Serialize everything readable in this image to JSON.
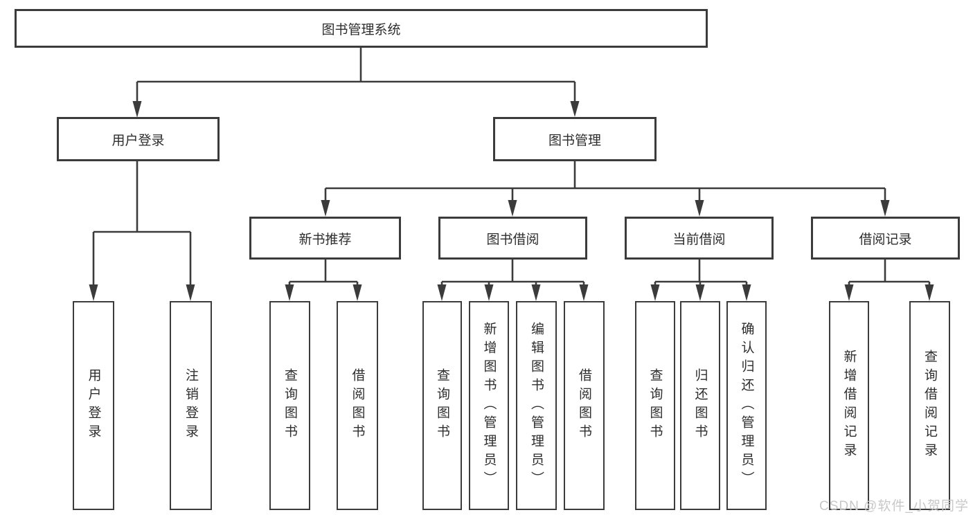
{
  "colors": {
    "line": "#3b3b3b",
    "text": "#2d2d2d",
    "box_bg": "#ffffff",
    "watermark": "#c8c8c8"
  },
  "watermark": {
    "text": "CSDN @软件_小贺同学"
  },
  "tree": {
    "label": "图书管理系统",
    "children": [
      {
        "label": "用户登录",
        "children": [
          {
            "label": "用户登录"
          },
          {
            "label": "注销登录"
          }
        ]
      },
      {
        "label": "图书管理",
        "children": [
          {
            "label": "新书推荐",
            "children": [
              {
                "label": "查询图书"
              },
              {
                "label": "借阅图书"
              }
            ]
          },
          {
            "label": "图书借阅",
            "children": [
              {
                "label": "查询图书"
              },
              {
                "label": "新增图书（管理员）"
              },
              {
                "label": "编辑图书（管理员）"
              },
              {
                "label": "借阅图书"
              }
            ]
          },
          {
            "label": "当前借阅",
            "children": [
              {
                "label": "查询图书"
              },
              {
                "label": "归还图书"
              },
              {
                "label": "确认归还（管理员）"
              }
            ]
          },
          {
            "label": "借阅记录",
            "children": [
              {
                "label": "新增借阅记录"
              },
              {
                "label": "查询借阅记录"
              }
            ]
          }
        ]
      }
    ]
  }
}
